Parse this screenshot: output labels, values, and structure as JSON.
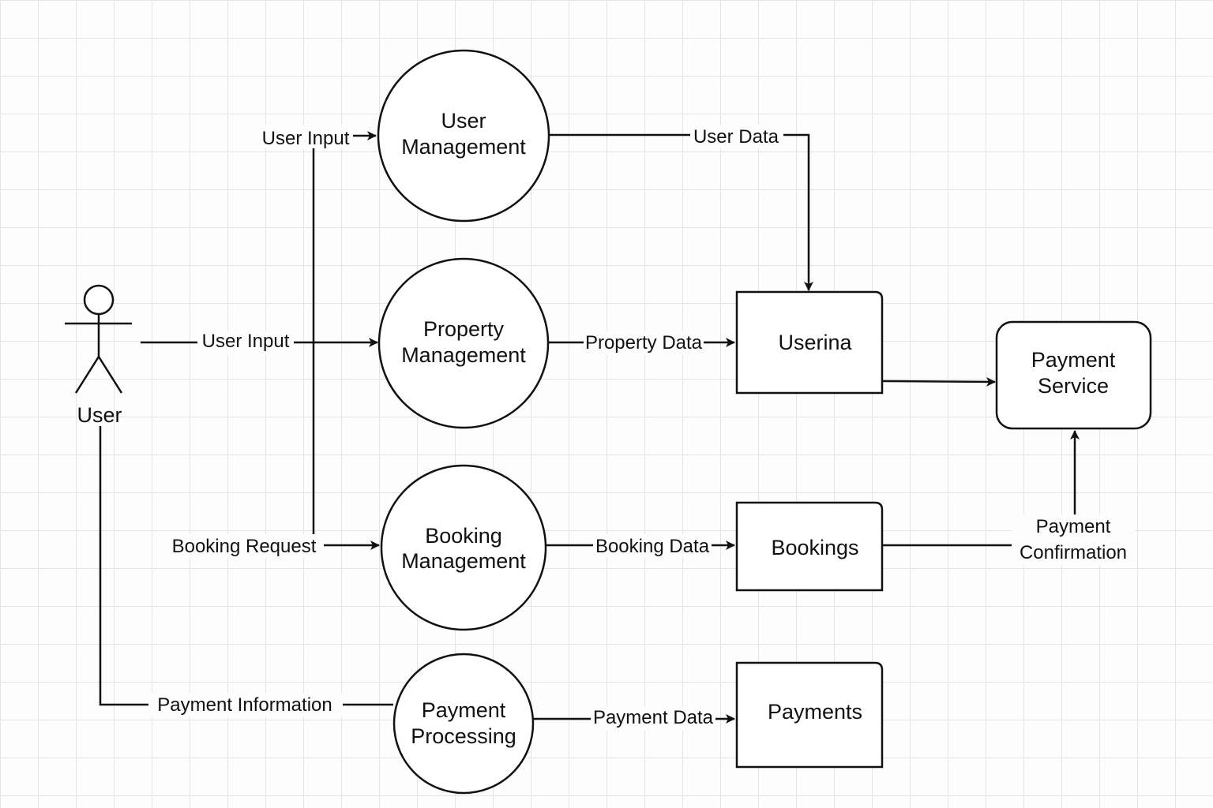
{
  "actor": {
    "label": "User"
  },
  "processes": {
    "user_management": {
      "line1": "User",
      "line2": "Management"
    },
    "property_management": {
      "line1": "Property",
      "line2": "Management"
    },
    "booking_management": {
      "line1": "Booking",
      "line2": "Management"
    },
    "payment_processing": {
      "line1": "Payment",
      "line2": "Processing"
    }
  },
  "stores": {
    "userina": "Userina",
    "bookings": "Bookings",
    "payments": "Payments"
  },
  "external": {
    "payment_service": {
      "line1": "Payment",
      "line2": "Service"
    }
  },
  "flows": {
    "user_input_top": "User Input",
    "user_input_mid": "User Input",
    "booking_request": "Booking Request",
    "payment_information": "Payment Information",
    "user_data": "User Data",
    "property_data": "Property Data",
    "booking_data": "Booking Data",
    "payment_data": "Payment Data",
    "payment_confirmation_line1": "Payment",
    "payment_confirmation_line2": "Confirmation"
  },
  "colors": {
    "line": "#111111",
    "grid": "#e4e4e4",
    "background": "#fdfdfd"
  }
}
